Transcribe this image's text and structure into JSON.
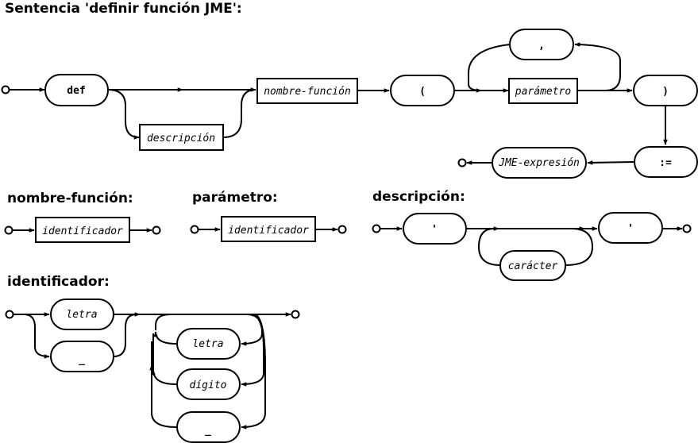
{
  "titles": {
    "main": "Sentencia 'definir función JME':",
    "nombre_funcion": "nombre-función:",
    "parametro": "parámetro:",
    "descripcion": "descripción:",
    "identificador": "identificador:"
  },
  "main_diagram": {
    "def": "def",
    "descripcion": "descripción",
    "nombre_funcion": "nombre-función",
    "open_paren": "(",
    "comma": ",",
    "parametro": "parámetro",
    "close_paren": ")",
    "assign": ":=",
    "jme_expresion": "JME-expresión"
  },
  "nombre_funcion_diagram": {
    "identificador": "identificador"
  },
  "parametro_diagram": {
    "identificador": "identificador"
  },
  "descripcion_diagram": {
    "quote_open": "'",
    "quote_close": "'",
    "caracter": "carácter"
  },
  "identificador_diagram": {
    "letra_first": "letra",
    "underscore_first": "_",
    "letra_loop": "letra",
    "digito_loop": "dígito",
    "underscore_loop": "_"
  }
}
